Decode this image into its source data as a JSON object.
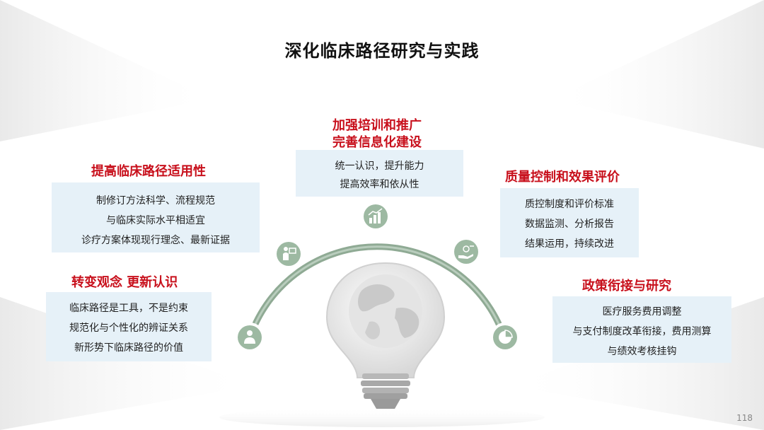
{
  "title": "深化临床路径研究与实践",
  "page_number": "118",
  "colors": {
    "heading": "#c8101c",
    "box_bg": "#e6f1f8",
    "arc": "#8faa94",
    "node": "#9db9a2"
  },
  "blocks": {
    "top": {
      "heading_lines": [
        "加强培训和推广",
        "完善信息化建设"
      ],
      "lines": [
        "统一认识，提升能力",
        "提高效率和依从性"
      ],
      "icon": "chart-bars-icon"
    },
    "left_top": {
      "heading": "提高临床路径适用性",
      "lines": [
        "制修订方法科学、流程规范",
        "与临床实际水平相适宜",
        "诊疗方案体现现行理念、最新证据"
      ],
      "icon": "presenter-icon"
    },
    "left_bottom": {
      "heading": "转变观念 更新认识",
      "lines": [
        "临床路径是工具，不是约束",
        "规范化与个性化的辨证关系",
        "新形势下临床路径的价值"
      ],
      "icon": "person-icon"
    },
    "right_top": {
      "heading": "质量控制和效果评价",
      "lines": [
        "质控制度和评价标准",
        "数据监测、分析报告",
        "结果运用，持续改进"
      ],
      "icon": "hand-money-icon"
    },
    "right_bottom": {
      "heading": "政策衔接与研究",
      "lines": [
        "医疗服务费用调整",
        "与支付制度改革衔接，费用测算",
        "与绩效考核挂钩"
      ],
      "icon": "pie-chart-icon"
    }
  }
}
